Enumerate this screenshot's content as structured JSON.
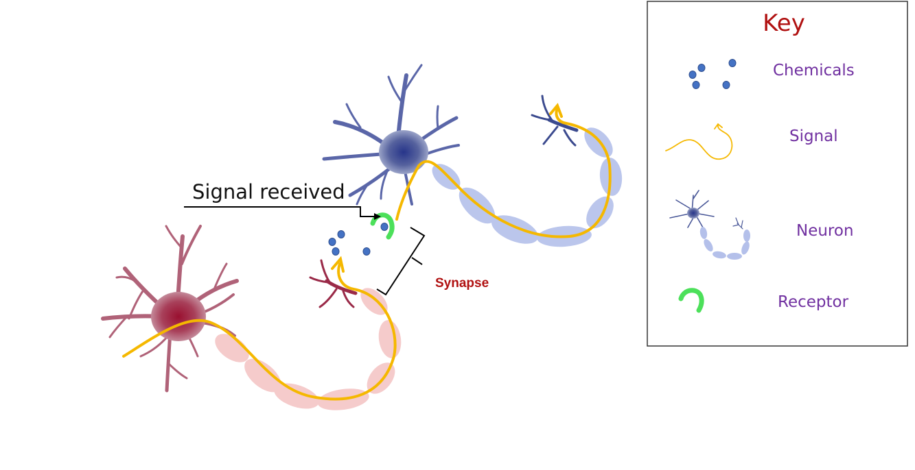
{
  "diagram": {
    "signal_received_label": "Signal received",
    "synapse_label": "Synapse"
  },
  "key": {
    "title": "Key",
    "items": [
      {
        "label": "Chemicals",
        "icon": "chemical-dots-icon"
      },
      {
        "label": "Signal",
        "icon": "signal-line-icon"
      },
      {
        "label": "Neuron",
        "icon": "neuron-icon"
      },
      {
        "label": "Receptor",
        "icon": "receptor-icon"
      }
    ]
  },
  "colors": {
    "key_title": "#b01010",
    "key_items": "#7030a0",
    "synapse_label": "#b01010",
    "signal": "#f5b800",
    "receptor": "#4ce05a",
    "chemical": "#4472c4",
    "neuron_red": "#a0284a",
    "neuron_blue": "#3b4a8e",
    "myelin_pink": "#f4c4c4",
    "myelin_blue": "#b4c0ea"
  }
}
